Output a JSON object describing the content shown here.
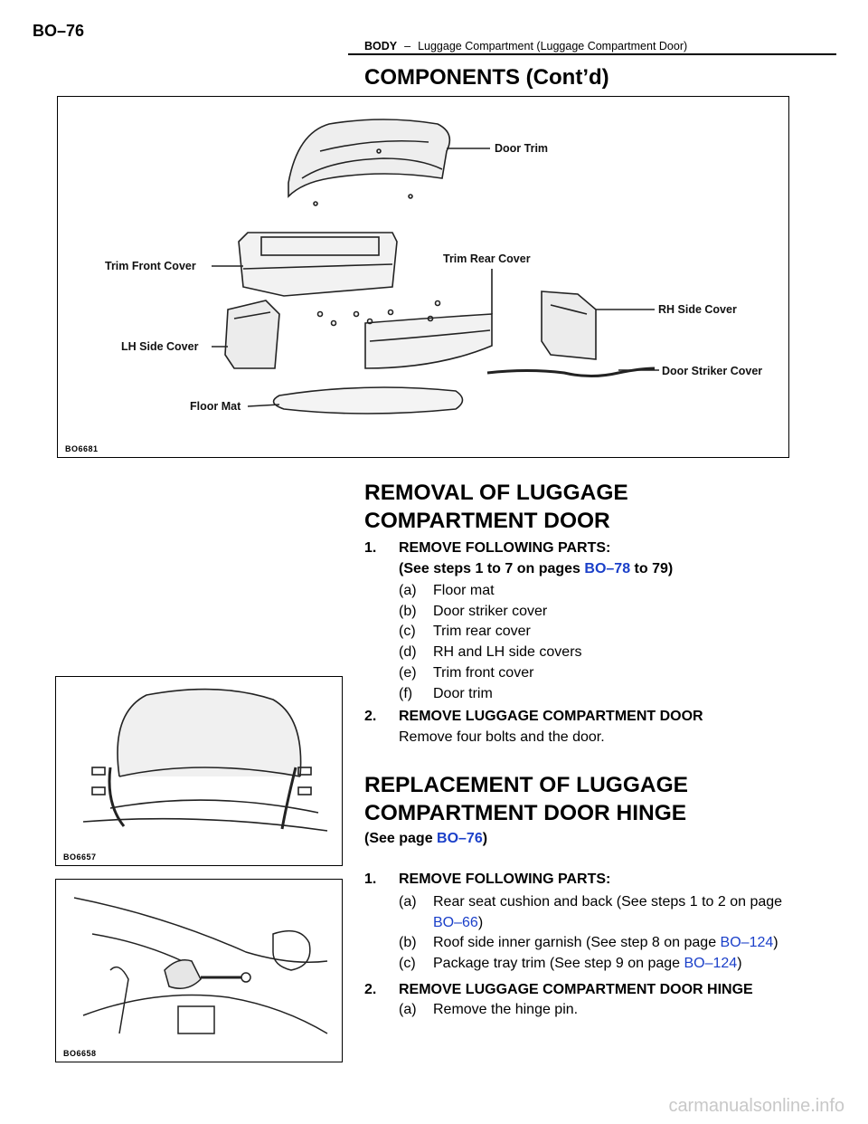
{
  "page": {
    "page_number": "BO–76",
    "header_section": "BODY",
    "header_dash": "–",
    "header_subsection": "Luggage Compartment (Luggage Compartment Door)"
  },
  "components": {
    "title": "COMPONENTS (Cont’d)",
    "figure_code": "BO6681",
    "labels": {
      "door_trim": "Door Trim",
      "trim_front_cover": "Trim Front Cover",
      "trim_rear_cover": "Trim Rear Cover",
      "rh_side_cover": "RH Side Cover",
      "lh_side_cover": "LH Side Cover",
      "door_striker_cover": "Door Striker Cover",
      "floor_mat": "Floor Mat"
    }
  },
  "removal": {
    "title_line1": "REMOVAL OF LUGGAGE",
    "title_line2": "COMPARTMENT DOOR",
    "step1_num": "1.",
    "step1_label": "REMOVE FOLLOWING PARTS:",
    "step1_ref_pre": "(See steps 1 to 7 on pages ",
    "step1_ref_link": "BO–78",
    "step1_ref_post": " to 79)",
    "items": [
      {
        "letter": "(a)",
        "text": "Floor mat"
      },
      {
        "letter": "(b)",
        "text": "Door striker cover"
      },
      {
        "letter": "(c)",
        "text": "Trim rear cover"
      },
      {
        "letter": "(d)",
        "text": "RH and LH side covers"
      },
      {
        "letter": "(e)",
        "text": "Trim front cover"
      },
      {
        "letter": "(f)",
        "text": "Door trim"
      }
    ],
    "step2_num": "2.",
    "step2_label": "REMOVE LUGGAGE COMPARTMENT DOOR",
    "step2_text": "Remove four bolts and the door.",
    "figure_code": "BO6657"
  },
  "replacement": {
    "title_line1": "REPLACEMENT OF LUGGAGE",
    "title_line2": "COMPARTMENT DOOR HINGE",
    "ref_pre": "(See page ",
    "ref_link": "BO–76",
    "ref_post": ")",
    "step1_num": "1.",
    "step1_label": "REMOVE FOLLOWING PARTS:",
    "item_a_letter": "(a)",
    "item_a_text": "Rear seat cushion and back (See steps 1 to 2 on page",
    "item_a_link": "BO–66",
    "item_a_post": ")",
    "item_b_letter": "(b)",
    "item_b_text": "Roof side inner garnish (See step 8 on page ",
    "item_b_link": "BO–124",
    "item_b_post": ")",
    "item_c_letter": "(c)",
    "item_c_text": "Package tray trim (See step 9 on page ",
    "item_c_link": "BO–124",
    "item_c_post": ")",
    "step2_num": "2.",
    "step2_label": "REMOVE LUGGAGE COMPARTMENT DOOR HINGE",
    "step2_a_letter": "(a)",
    "step2_a_text": "Remove the hinge pin.",
    "figure_code": "BO6658"
  },
  "watermark": "carmanualsonline.info",
  "colors": {
    "link": "#1a3fc9",
    "text": "#000000"
  }
}
